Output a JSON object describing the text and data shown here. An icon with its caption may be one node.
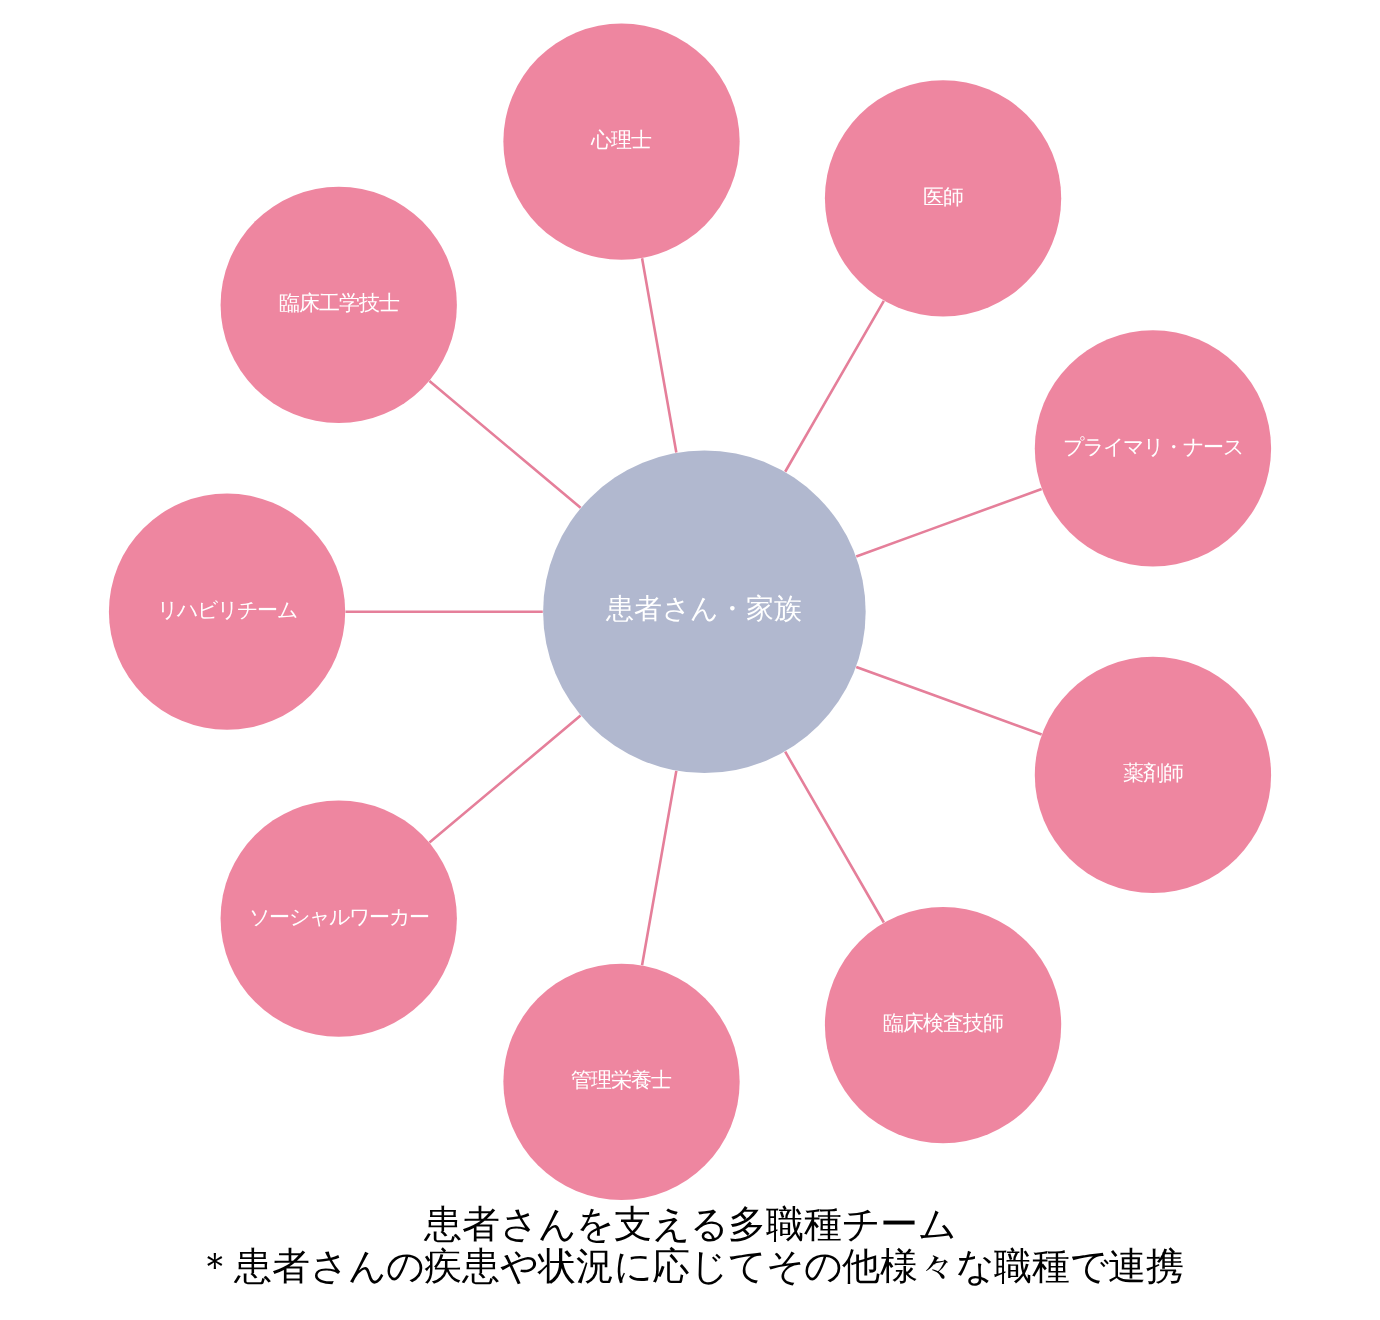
{
  "diagram": {
    "title": "患者さんを支える多職種チーム",
    "caption": "＊患者さんの疾患や状況に応じてその他様々な職種で連携",
    "nodes": [
      {
        "text": [
          "患者さん・家族"
        ]
      },
      {
        "text": [
          "プライマリ・ナース"
        ]
      },
      {
        "text": [
          "医師"
        ]
      },
      {
        "text": [
          "心理士"
        ]
      },
      {
        "text": [
          "臨床工学技士"
        ]
      },
      {
        "text": [
          "リハビリチーム"
        ]
      },
      {
        "text": [
          "ソーシャルワーカー"
        ]
      },
      {
        "text": [
          "管理栄養士"
        ]
      },
      {
        "text": [
          "臨床検査技師"
        ]
      },
      {
        "text": [
          "薬剤師"
        ]
      }
    ],
    "edges": [
      {
        "from": 0,
        "to": 1,
        "arrow": "none"
      },
      {
        "from": 0,
        "to": 2,
        "arrow": "none"
      },
      {
        "from": 0,
        "to": 3,
        "arrow": "none"
      },
      {
        "from": 0,
        "to": 4,
        "arrow": "none"
      },
      {
        "from": 0,
        "to": 5,
        "arrow": "none"
      },
      {
        "from": 0,
        "to": 6,
        "arrow": "none"
      },
      {
        "from": 0,
        "to": 7,
        "arrow": "none"
      },
      {
        "from": 0,
        "to": 8,
        "arrow": "none"
      },
      {
        "from": 0,
        "to": 9,
        "arrow": "none"
      }
    ]
  }
}
